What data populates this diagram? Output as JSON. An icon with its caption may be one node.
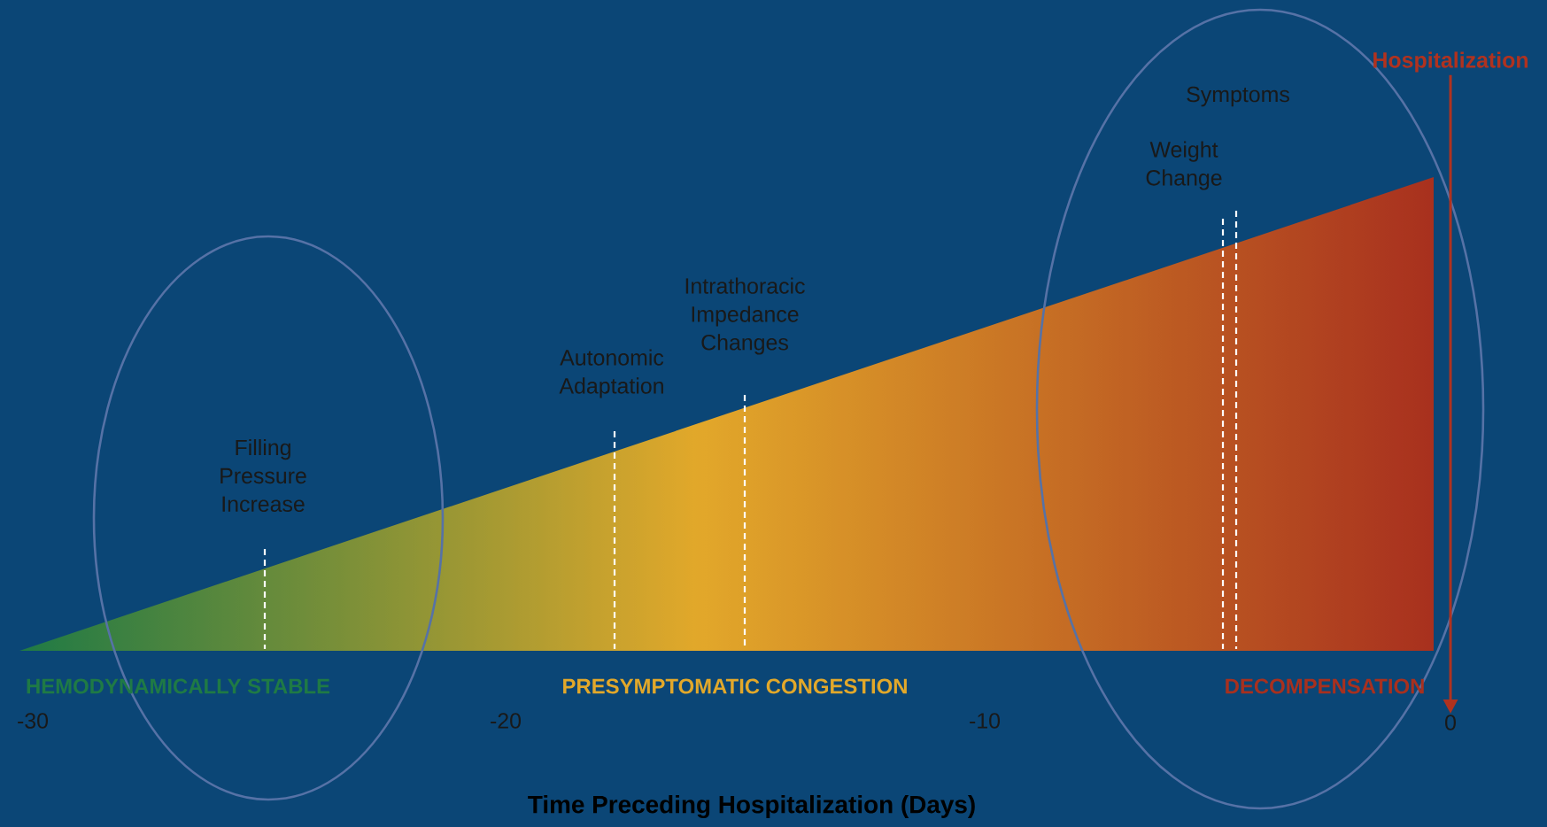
{
  "diagram": {
    "nodes": [
      {
        "text": [
          "Hospitalization"
        ]
      },
      {
        "text": [
          "0"
        ]
      }
    ],
    "edges": [
      {
        "from": 0,
        "to": 1,
        "arrow": "to"
      }
    ],
    "labels": [
      "Symptoms",
      "Weight Change",
      "Intrathoracic Impedance Changes",
      "Autonomic Adaptation",
      "Filling Pressure Increase",
      "HEMODYNAMICALLY STABLE",
      "PRESYMPTOMATIC CONGESTION",
      "DECOMPENSATION",
      "-30",
      "-20",
      "-10",
      "Time Preceding Hospitalization (Days)"
    ]
  }
}
